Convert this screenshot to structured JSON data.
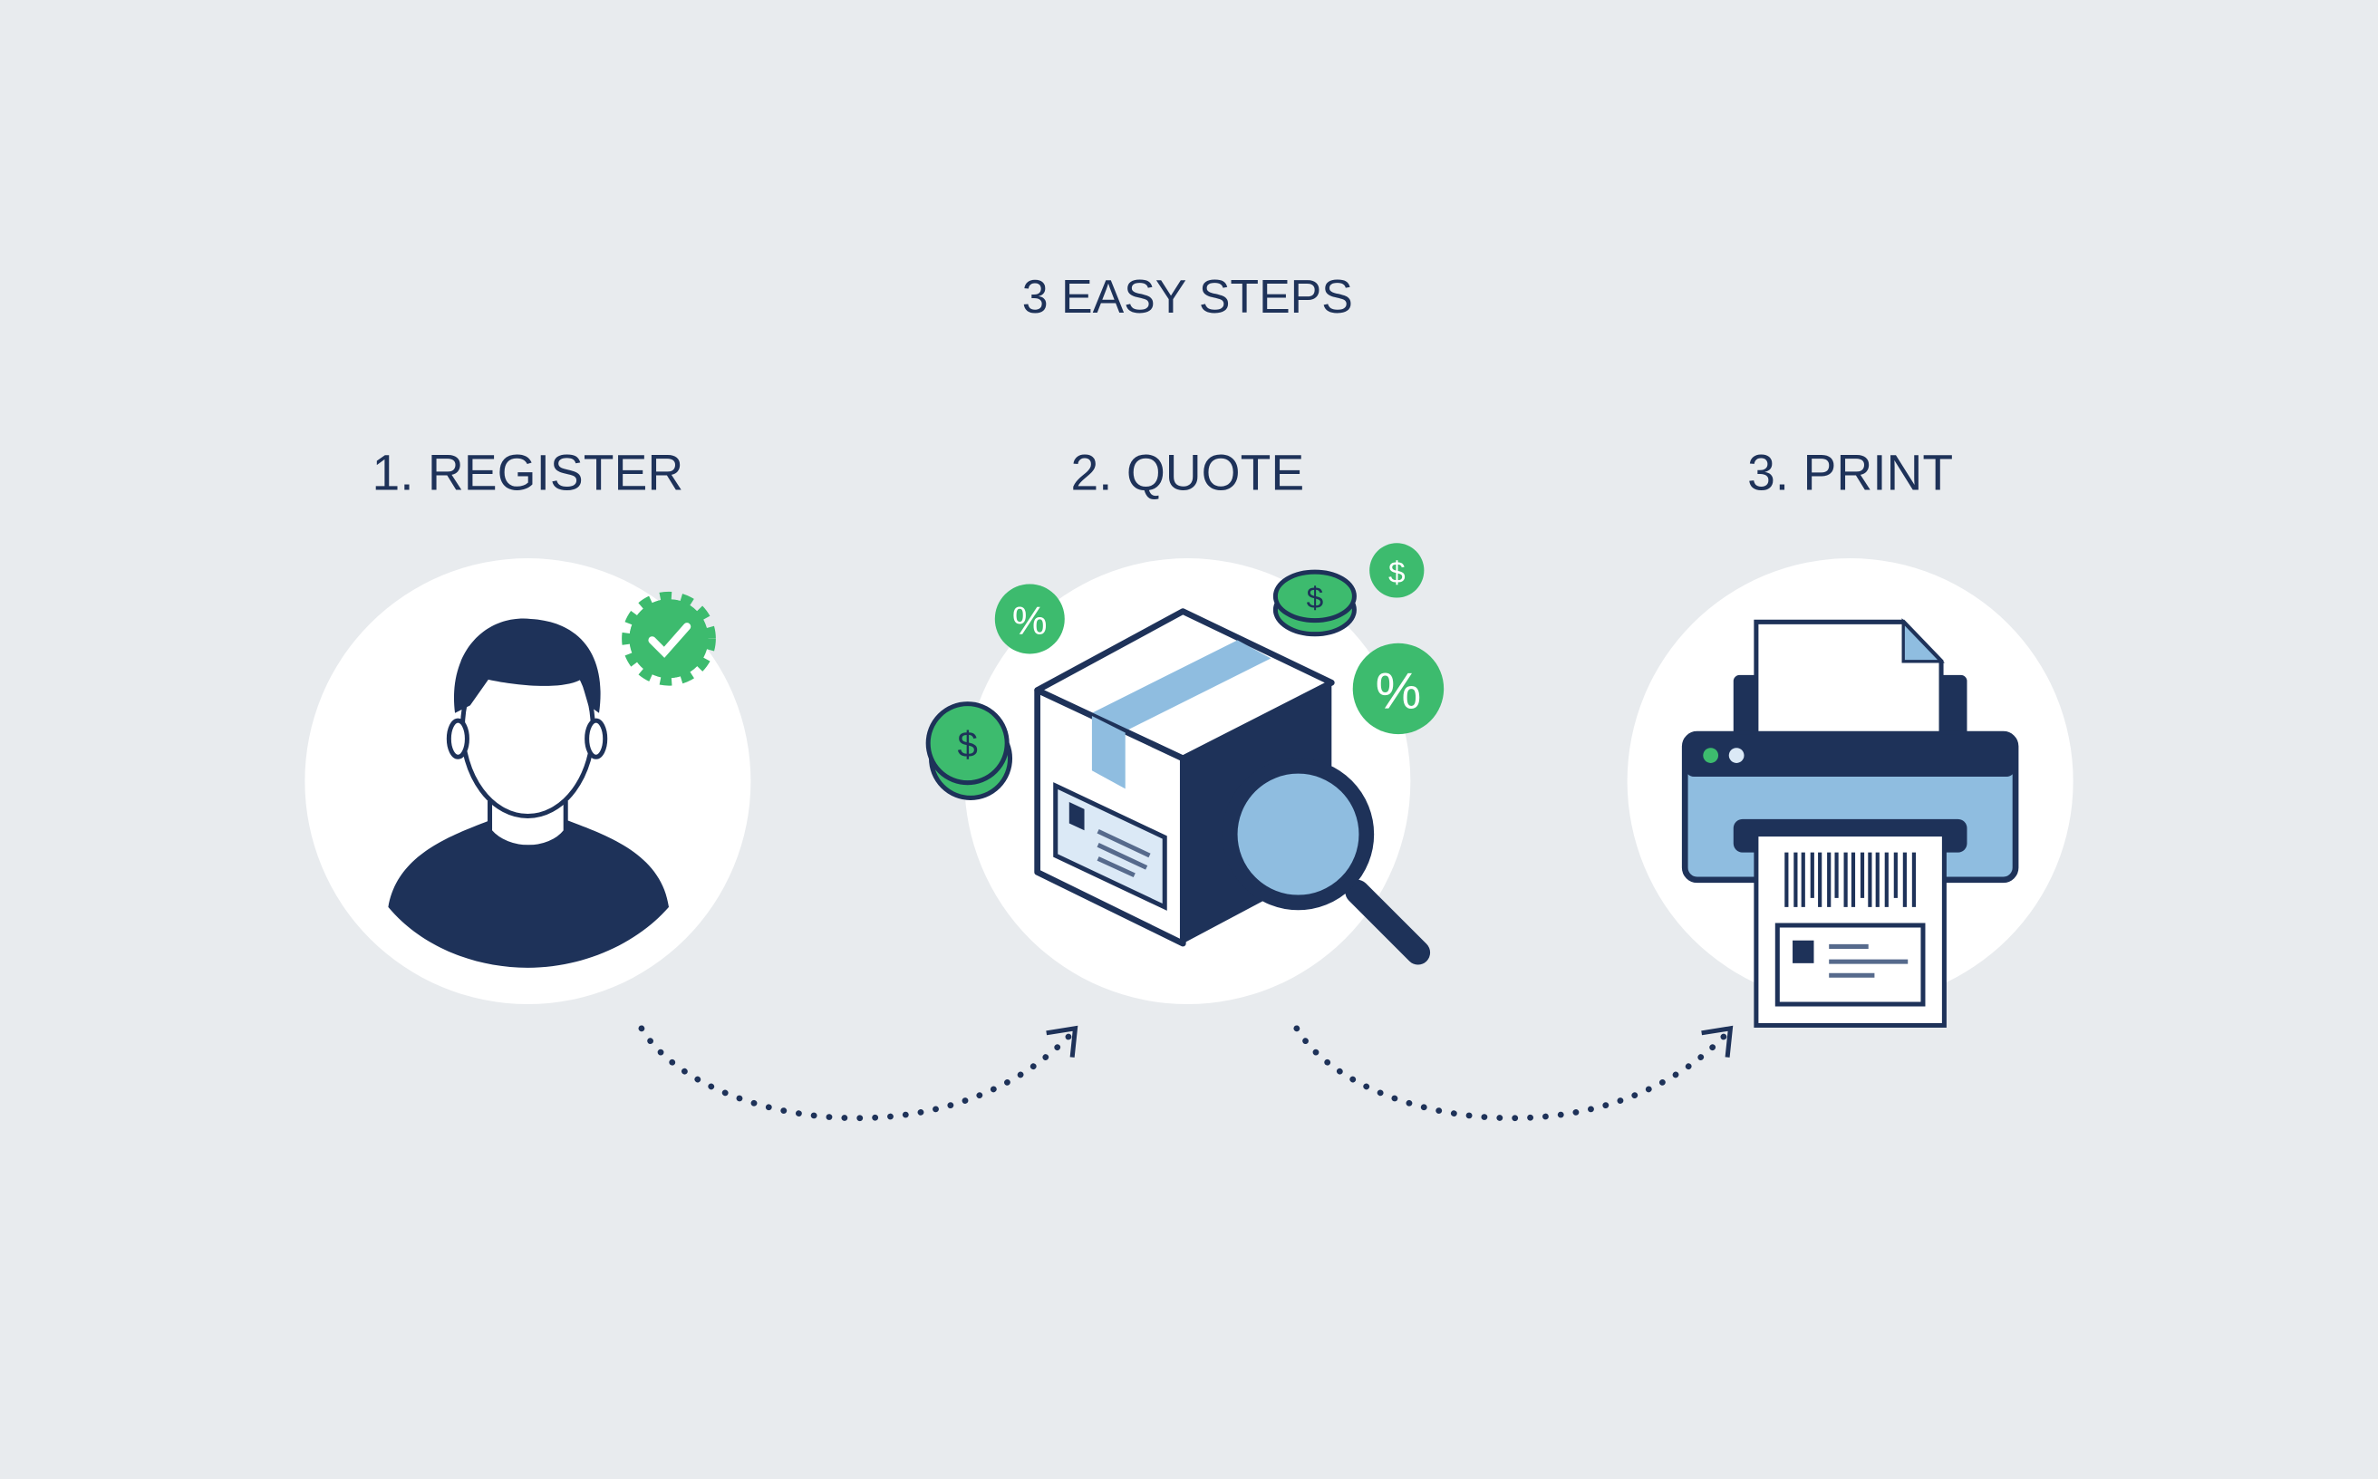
{
  "title": "3 EASY STEPS",
  "steps": [
    {
      "label": "1. REGISTER",
      "icon": "user-with-check-badge-icon"
    },
    {
      "label": "2. QUOTE",
      "icon": "package-magnifier-icon"
    },
    {
      "label": "3. PRINT",
      "icon": "printer-label-icon"
    }
  ],
  "badges": {
    "percent": "%",
    "dollar": "$"
  },
  "colors": {
    "navy": "#1e3259",
    "green": "#3dbb6e",
    "light_blue": "#8fbde0",
    "background": "#e8ebee",
    "white": "#ffffff"
  }
}
